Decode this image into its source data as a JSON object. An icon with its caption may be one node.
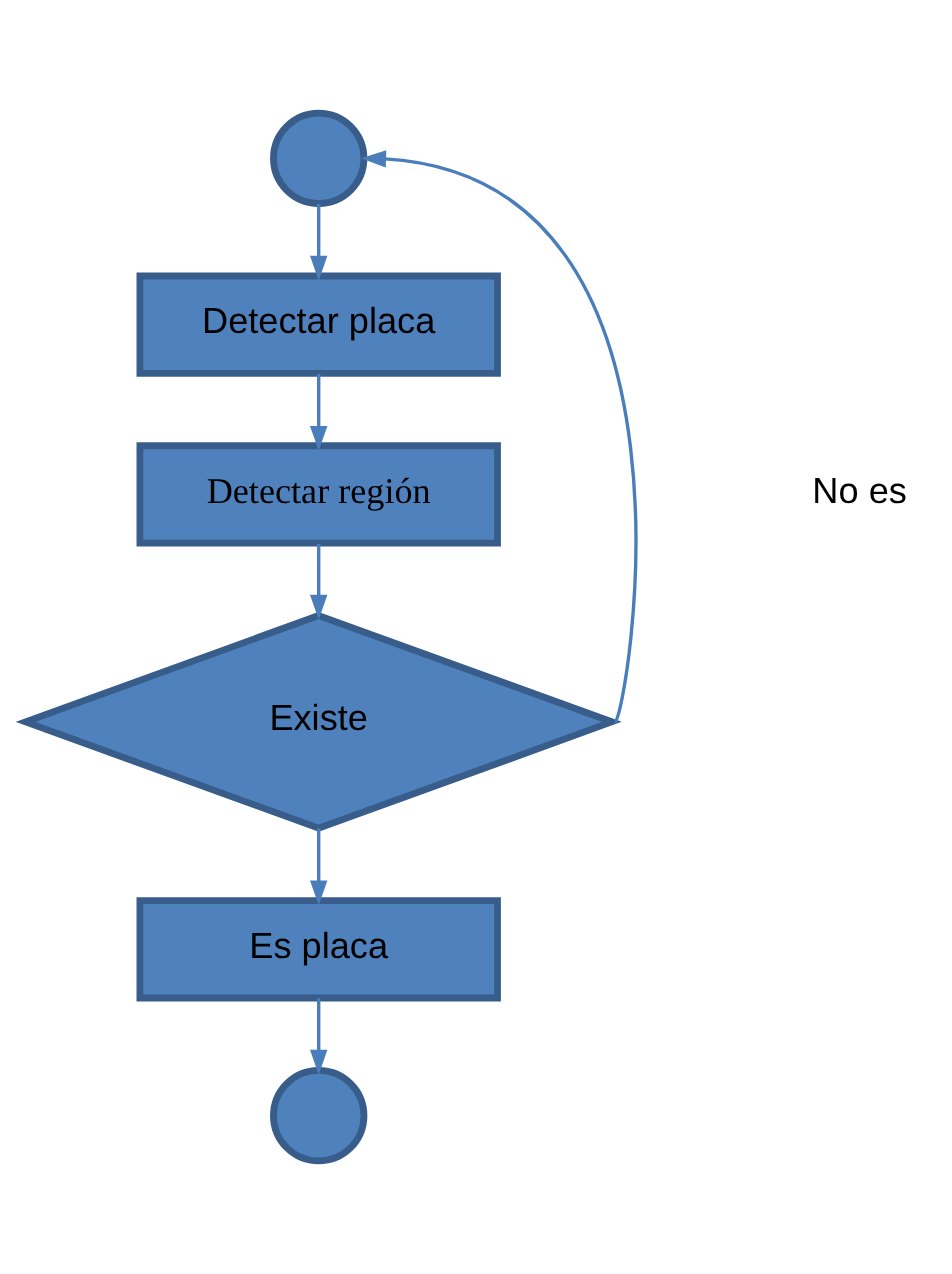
{
  "diagram": {
    "nodes": [
      {
        "text": [],
        "shape": "circle"
      },
      {
        "text": [
          "Detectar placa"
        ]
      },
      {
        "text": [
          "Detectar región"
        ]
      },
      {
        "text": [
          "Existe"
        ]
      },
      {
        "text": [
          "Es placa"
        ]
      },
      {
        "text": [],
        "shape": "circle"
      }
    ],
    "edges": [
      {
        "from": 0,
        "to": 1,
        "arrow": "to"
      },
      {
        "from": 1,
        "to": 2,
        "arrow": "to"
      },
      {
        "from": 2,
        "to": 3,
        "arrow": "to"
      },
      {
        "from": 3,
        "to": 4,
        "arrow": "to"
      },
      {
        "from": 4,
        "to": 5,
        "arrow": "to"
      },
      {
        "from": 3,
        "to": 0,
        "arrow": "to"
      }
    ],
    "labels": [
      "No es"
    ]
  }
}
